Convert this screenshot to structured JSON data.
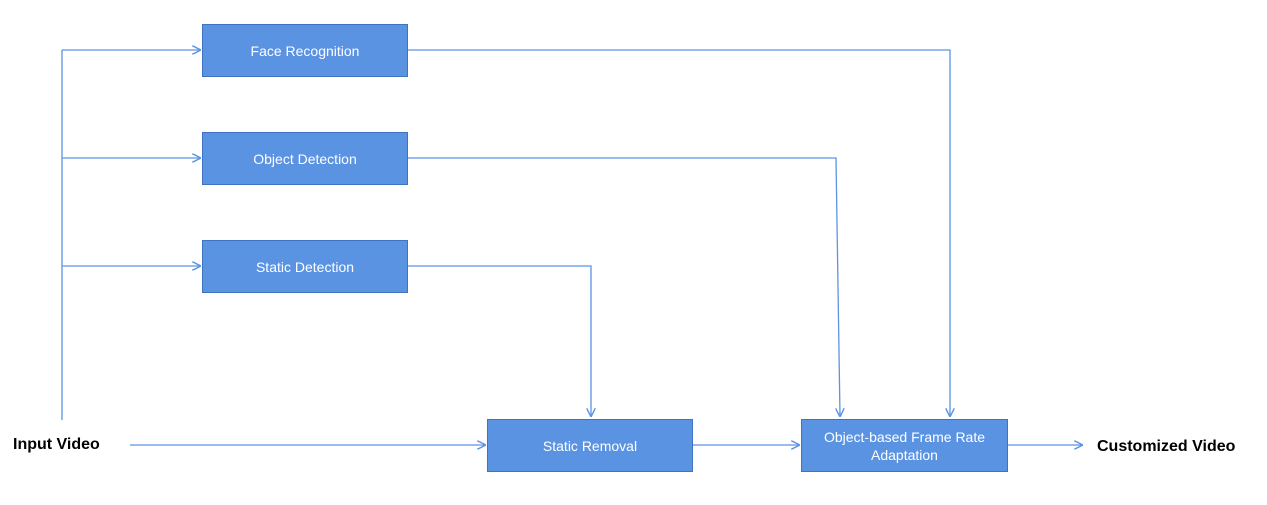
{
  "input_label": "Input Video",
  "output_label": "Customized Video",
  "colors": {
    "box_fill": "#5b93e3",
    "box_border": "#3f72c0",
    "arrow": "#5b93e3",
    "box_text": "#ffffff",
    "label_text": "#000000"
  },
  "nodes": {
    "face_recognition": "Face Recognition",
    "object_detection": "Object Detection",
    "static_detection": "Static Detection",
    "static_removal": "Static Removal",
    "frame_rate_adaptation": "Object-based Frame Rate Adaptation"
  }
}
